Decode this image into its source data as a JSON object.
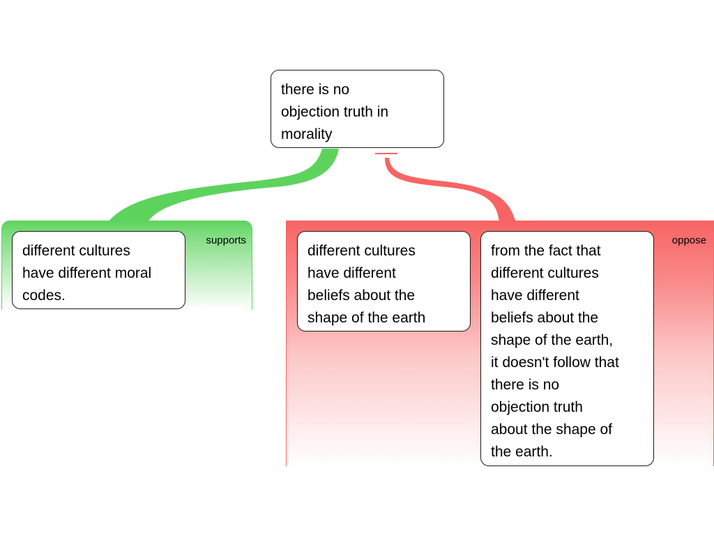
{
  "claim": {
    "text": "there is no\nobjection truth in\nmorality"
  },
  "supports_group": {
    "label": "supports",
    "color": "#5dd35d",
    "reasons": [
      {
        "text": "different cultures\nhave different moral\ncodes."
      }
    ]
  },
  "oppose_group": {
    "label": "oppose",
    "color": "#f76464",
    "reasons": [
      {
        "text": "different cultures\nhave different\nbeliefs about the\nshape of the earth"
      },
      {
        "text": "from the fact that\ndifferent cultures\nhave different\nbeliefs about the\nshape of the earth,\nit doesn't follow that\nthere is no\nobjection truth\nabout the shape of\nthe earth."
      }
    ]
  }
}
